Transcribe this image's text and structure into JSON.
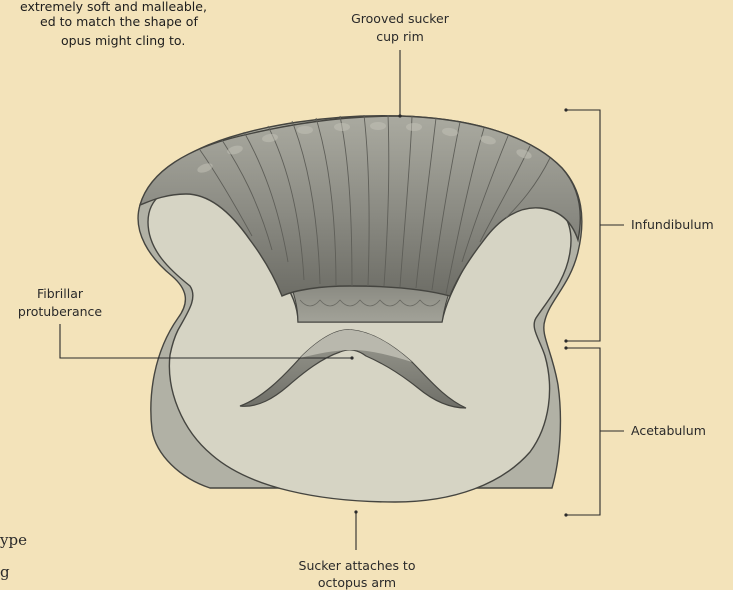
{
  "caption": {
    "line1": "extremely soft and malleable,",
    "line2": "ed to match the shape of",
    "line3": "opus might cling to."
  },
  "labels": {
    "rim_line1": "Grooved sucker",
    "rim_line2": "cup rim",
    "fibrillar_line1": "Fibrillar",
    "fibrillar_line2": "protuberance",
    "infundibulum": "Infundibulum",
    "acetabulum": "Acetabulum",
    "attach_line1": "Sucker attaches to",
    "attach_line2": "octopus arm"
  },
  "edge_text": {
    "line1": "ype",
    "line2": "g"
  },
  "colors": {
    "background": "#f3e3ba",
    "outer_body": "#b1b1a5",
    "inner_cavity": "#d6d4c4",
    "rim_top": "#9c9c92",
    "rim_dark": "#6f6f68",
    "outline": "#454540"
  }
}
